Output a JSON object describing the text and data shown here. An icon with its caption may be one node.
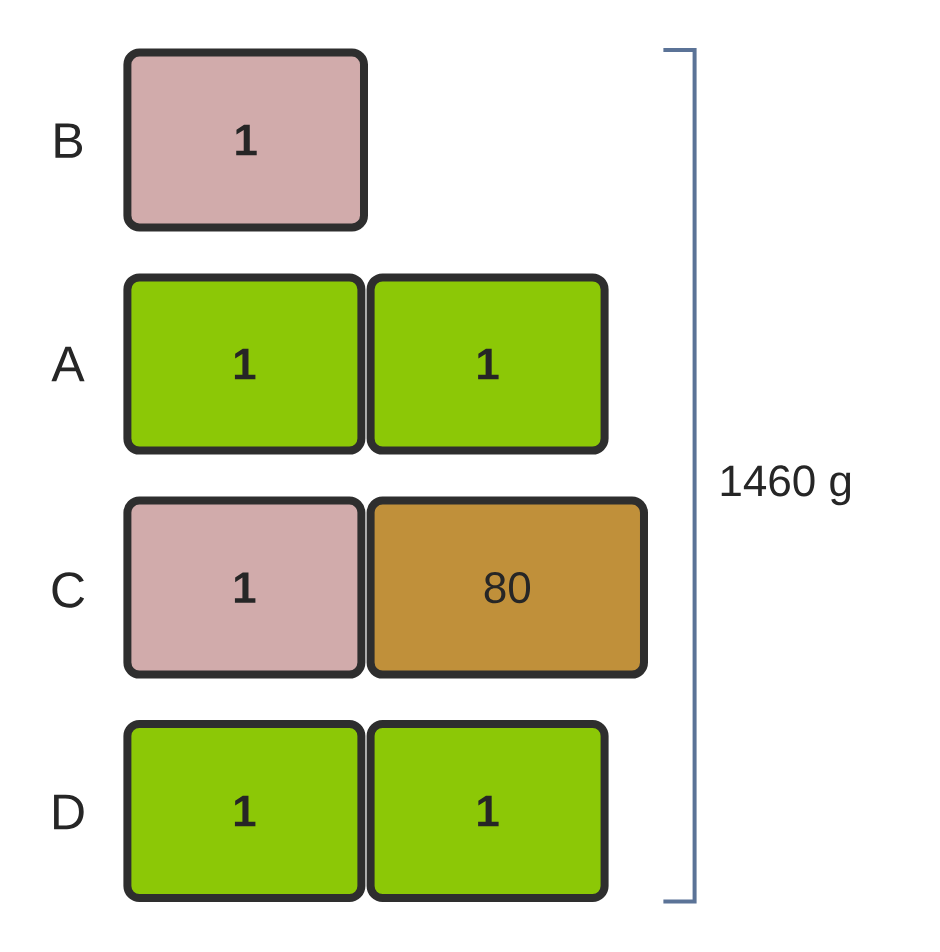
{
  "diagram": {
    "nodes": [
      {
        "text": [
          "1"
        ]
      },
      {
        "text": [
          "1"
        ]
      },
      {
        "text": [
          "1"
        ]
      },
      {
        "text": [
          "1"
        ]
      },
      {
        "text": [
          "80"
        ]
      },
      {
        "text": [
          "1"
        ]
      },
      {
        "text": [
          "1"
        ]
      }
    ],
    "labels": [
      "B",
      "A",
      "C",
      "D",
      "1460 g"
    ]
  }
}
